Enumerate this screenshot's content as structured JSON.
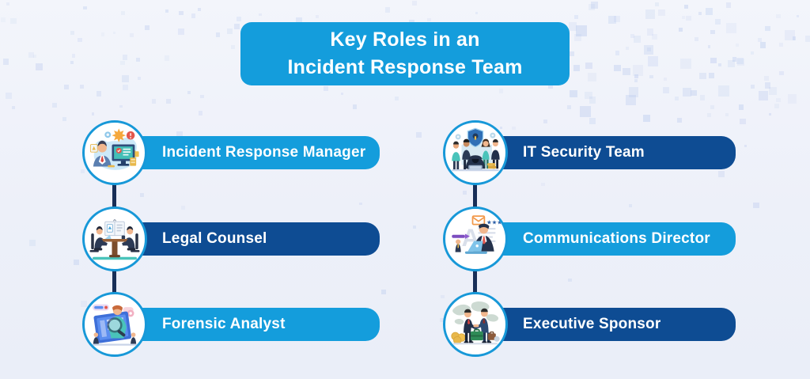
{
  "title": {
    "line1": "Key Roles in an",
    "line2": "Incident Response Team"
  },
  "colors": {
    "accent_light": "#149DDC",
    "accent_dark": "#0E4C93",
    "connector": "#182E57",
    "circle_border": "#1798D8",
    "background": "#EEF1F9",
    "label_text": "#FFFFFF"
  },
  "columns": {
    "left": [
      {
        "label": "Incident Response Manager",
        "variant": "light",
        "icon": "incident-response-manager-icon"
      },
      {
        "label": "Legal Counsel",
        "variant": "dark",
        "icon": "legal-counsel-icon"
      },
      {
        "label": "Forensic Analyst",
        "variant": "light",
        "icon": "forensic-analyst-icon"
      }
    ],
    "right": [
      {
        "label": "IT Security Team",
        "variant": "dark",
        "icon": "it-security-team-icon"
      },
      {
        "label": "Communications Director",
        "variant": "light",
        "icon": "communications-director-icon"
      },
      {
        "label": "Executive Sponsor",
        "variant": "dark",
        "icon": "executive-sponsor-icon"
      }
    ]
  }
}
